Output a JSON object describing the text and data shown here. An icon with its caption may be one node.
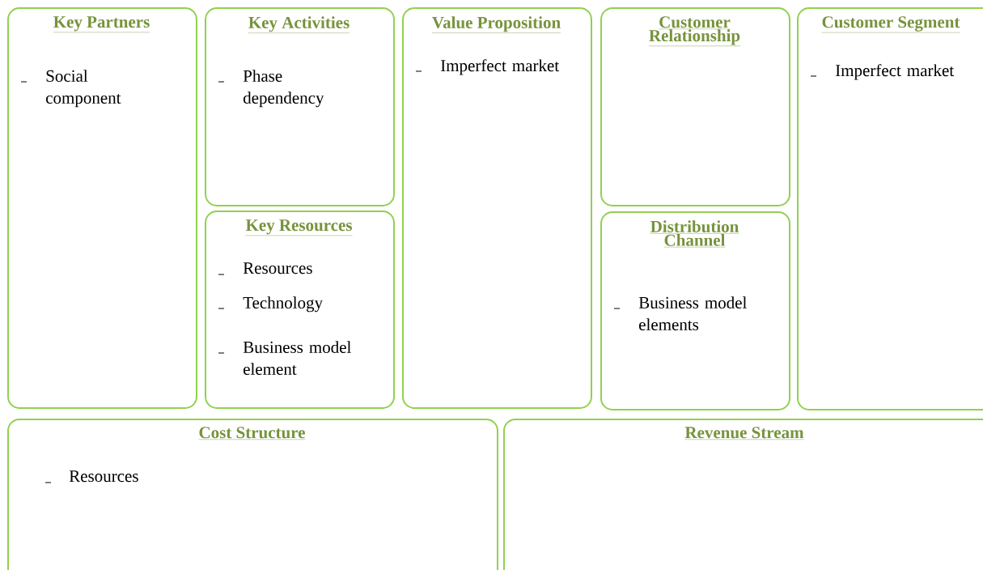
{
  "diagram": {
    "nodes": [
      {
        "text": [
          "Key Partners",
          "Social component"
        ]
      },
      {
        "text": [
          "Key Activities",
          "Phase dependency"
        ]
      },
      {
        "text": [
          "Key Resources",
          "Resources",
          "Technology",
          "Business model element"
        ]
      },
      {
        "text": [
          "Value Proposition",
          "Imperfect market"
        ]
      },
      {
        "text": [
          "Customer Relationship"
        ]
      },
      {
        "text": [
          "Distribution Channel",
          "Business model elements"
        ]
      },
      {
        "text": [
          "Customer Segment",
          "Imperfect market"
        ]
      },
      {
        "text": [
          "Cost Structure",
          "Resources"
        ]
      },
      {
        "text": [
          "Revenue Stream"
        ]
      }
    ]
  }
}
